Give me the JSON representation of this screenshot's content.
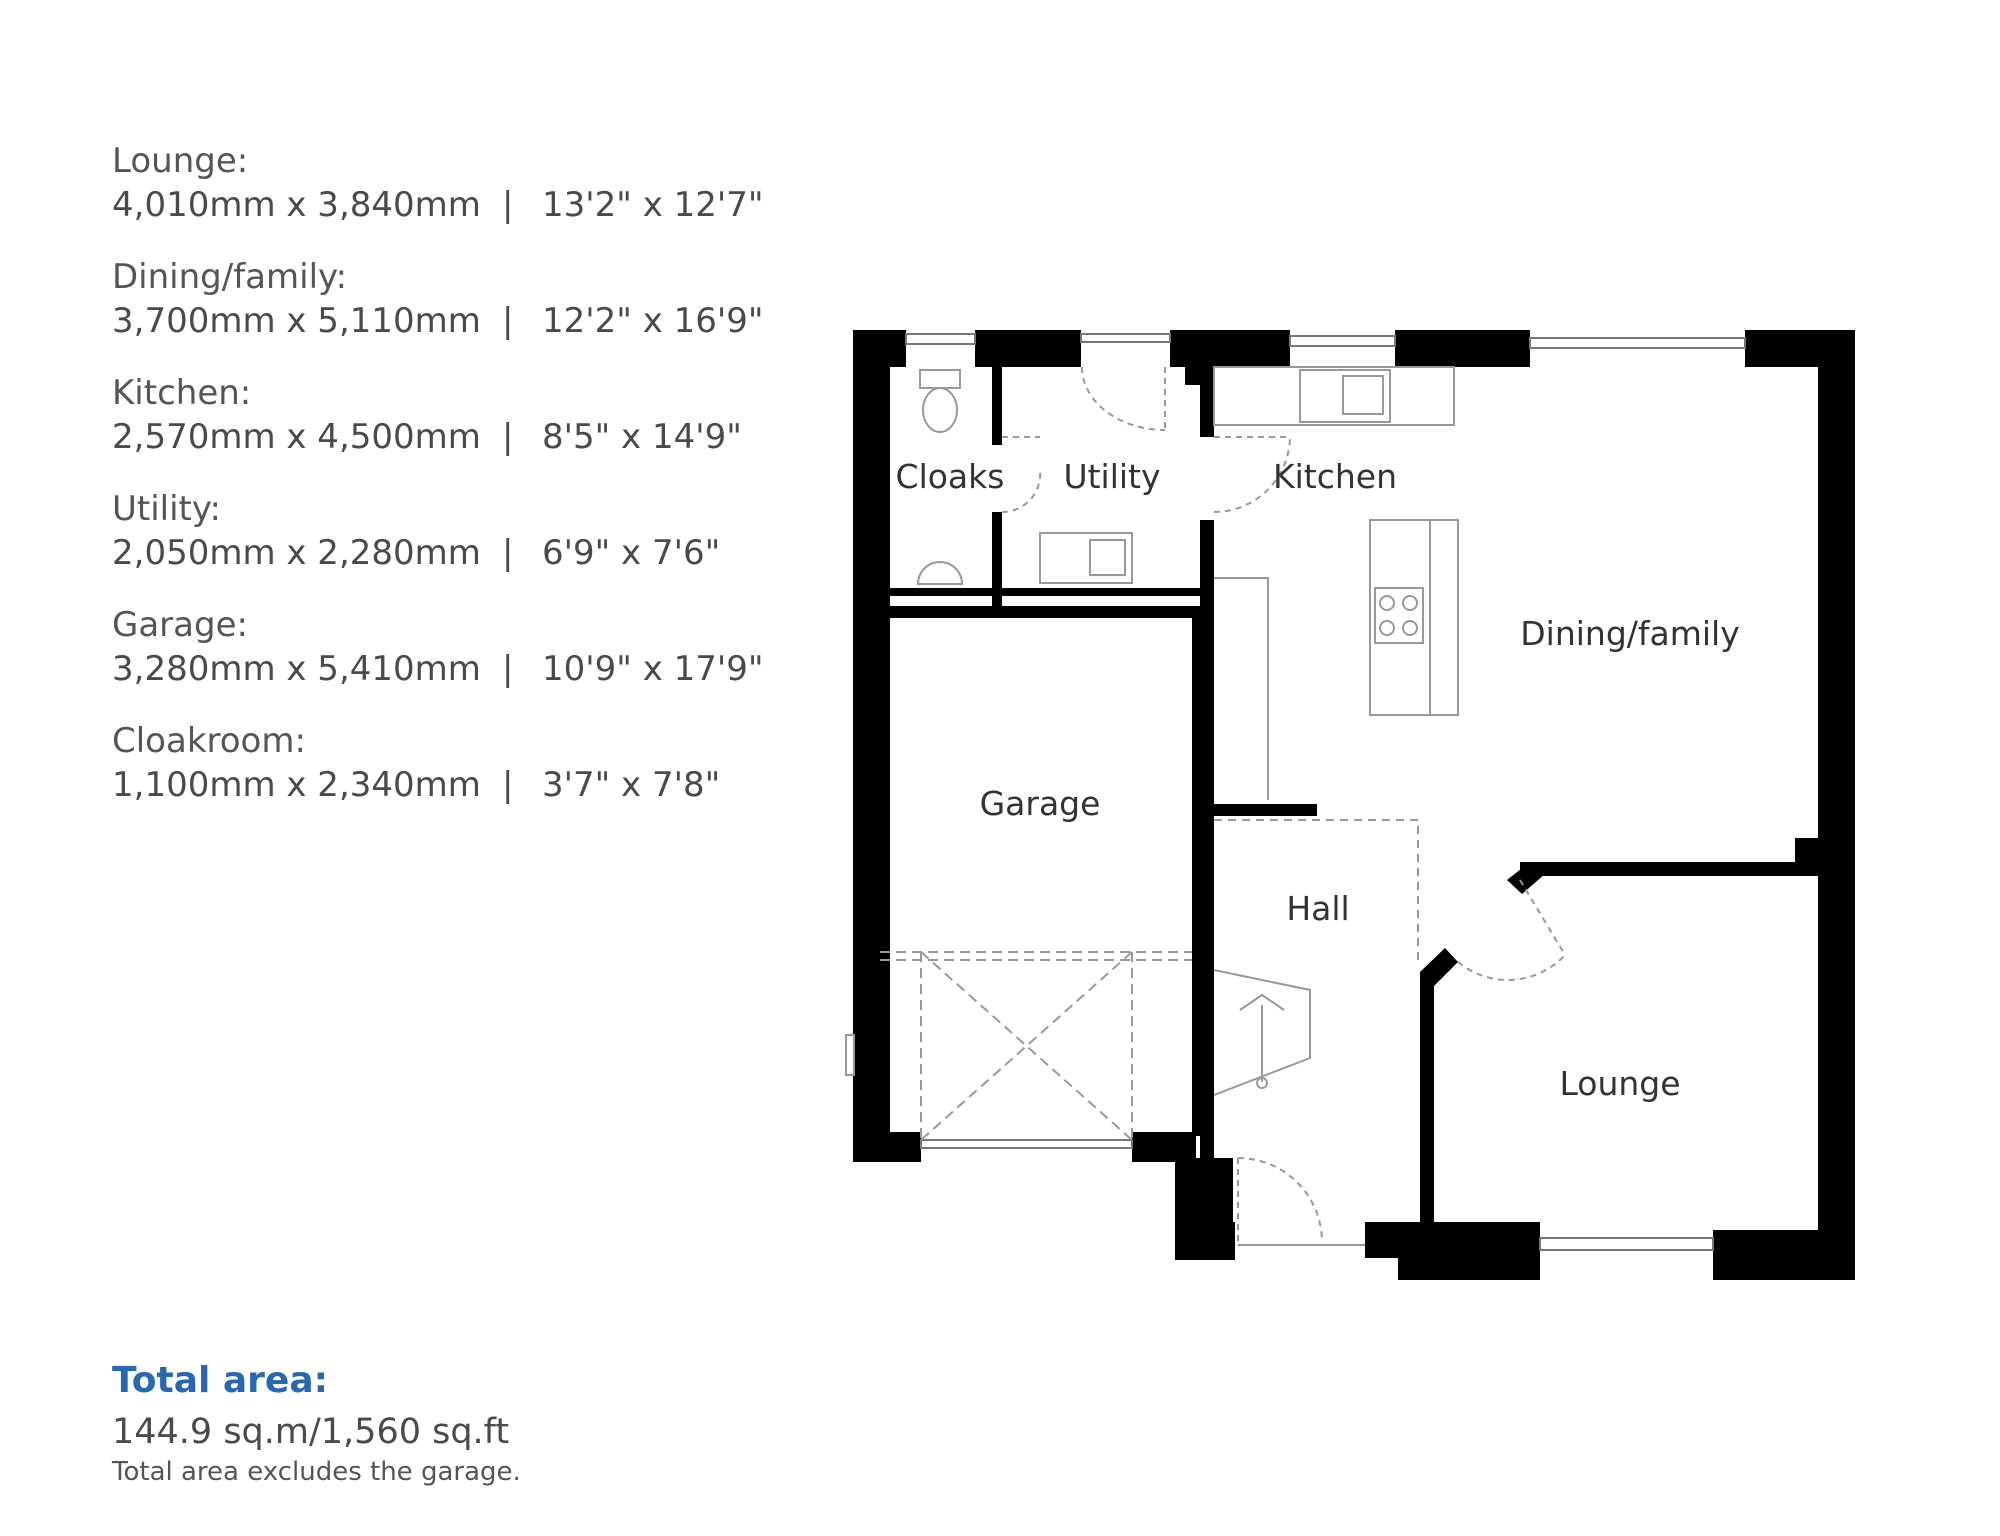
{
  "room_specs": [
    {
      "name": "Lounge:",
      "metric": "4,010mm x 3,840mm",
      "separator": "|",
      "imperial": "13'2\" x 12'7\""
    },
    {
      "name": "Dining/family:",
      "metric": "3,700mm x 5,110mm",
      "separator": "|",
      "imperial": "12'2\" x 16'9\""
    },
    {
      "name": "Kitchen:",
      "metric": "2,570mm x 4,500mm",
      "separator": "|",
      "imperial": "8'5\" x 14'9\""
    },
    {
      "name": "Utility:",
      "metric": "2,050mm x 2,280mm",
      "separator": "|",
      "imperial": "6'9\" x 7'6\""
    },
    {
      "name": "Garage:",
      "metric": "3,280mm x 5,410mm",
      "separator": "|",
      "imperial": "10'9\" x 17'9\""
    },
    {
      "name": "Cloakroom:",
      "metric": "1,100mm x 2,340mm",
      "separator": "|",
      "imperial": "3'7\" x 7'8\""
    }
  ],
  "total": {
    "label": "Total area:",
    "value": "144.9 sq.m/1,560 sq.ft",
    "note": "Total area excludes the garage."
  },
  "floor_plan": {
    "rooms": {
      "cloaks": "Cloaks",
      "utility": "Utility",
      "kitchen": "Kitchen",
      "dining": "Dining/family",
      "garage": "Garage",
      "hall": "Hall",
      "lounge": "Lounge"
    }
  },
  "colors": {
    "accent": "#2a67b1",
    "text": "#4a4a4a",
    "wall": "#000000"
  }
}
